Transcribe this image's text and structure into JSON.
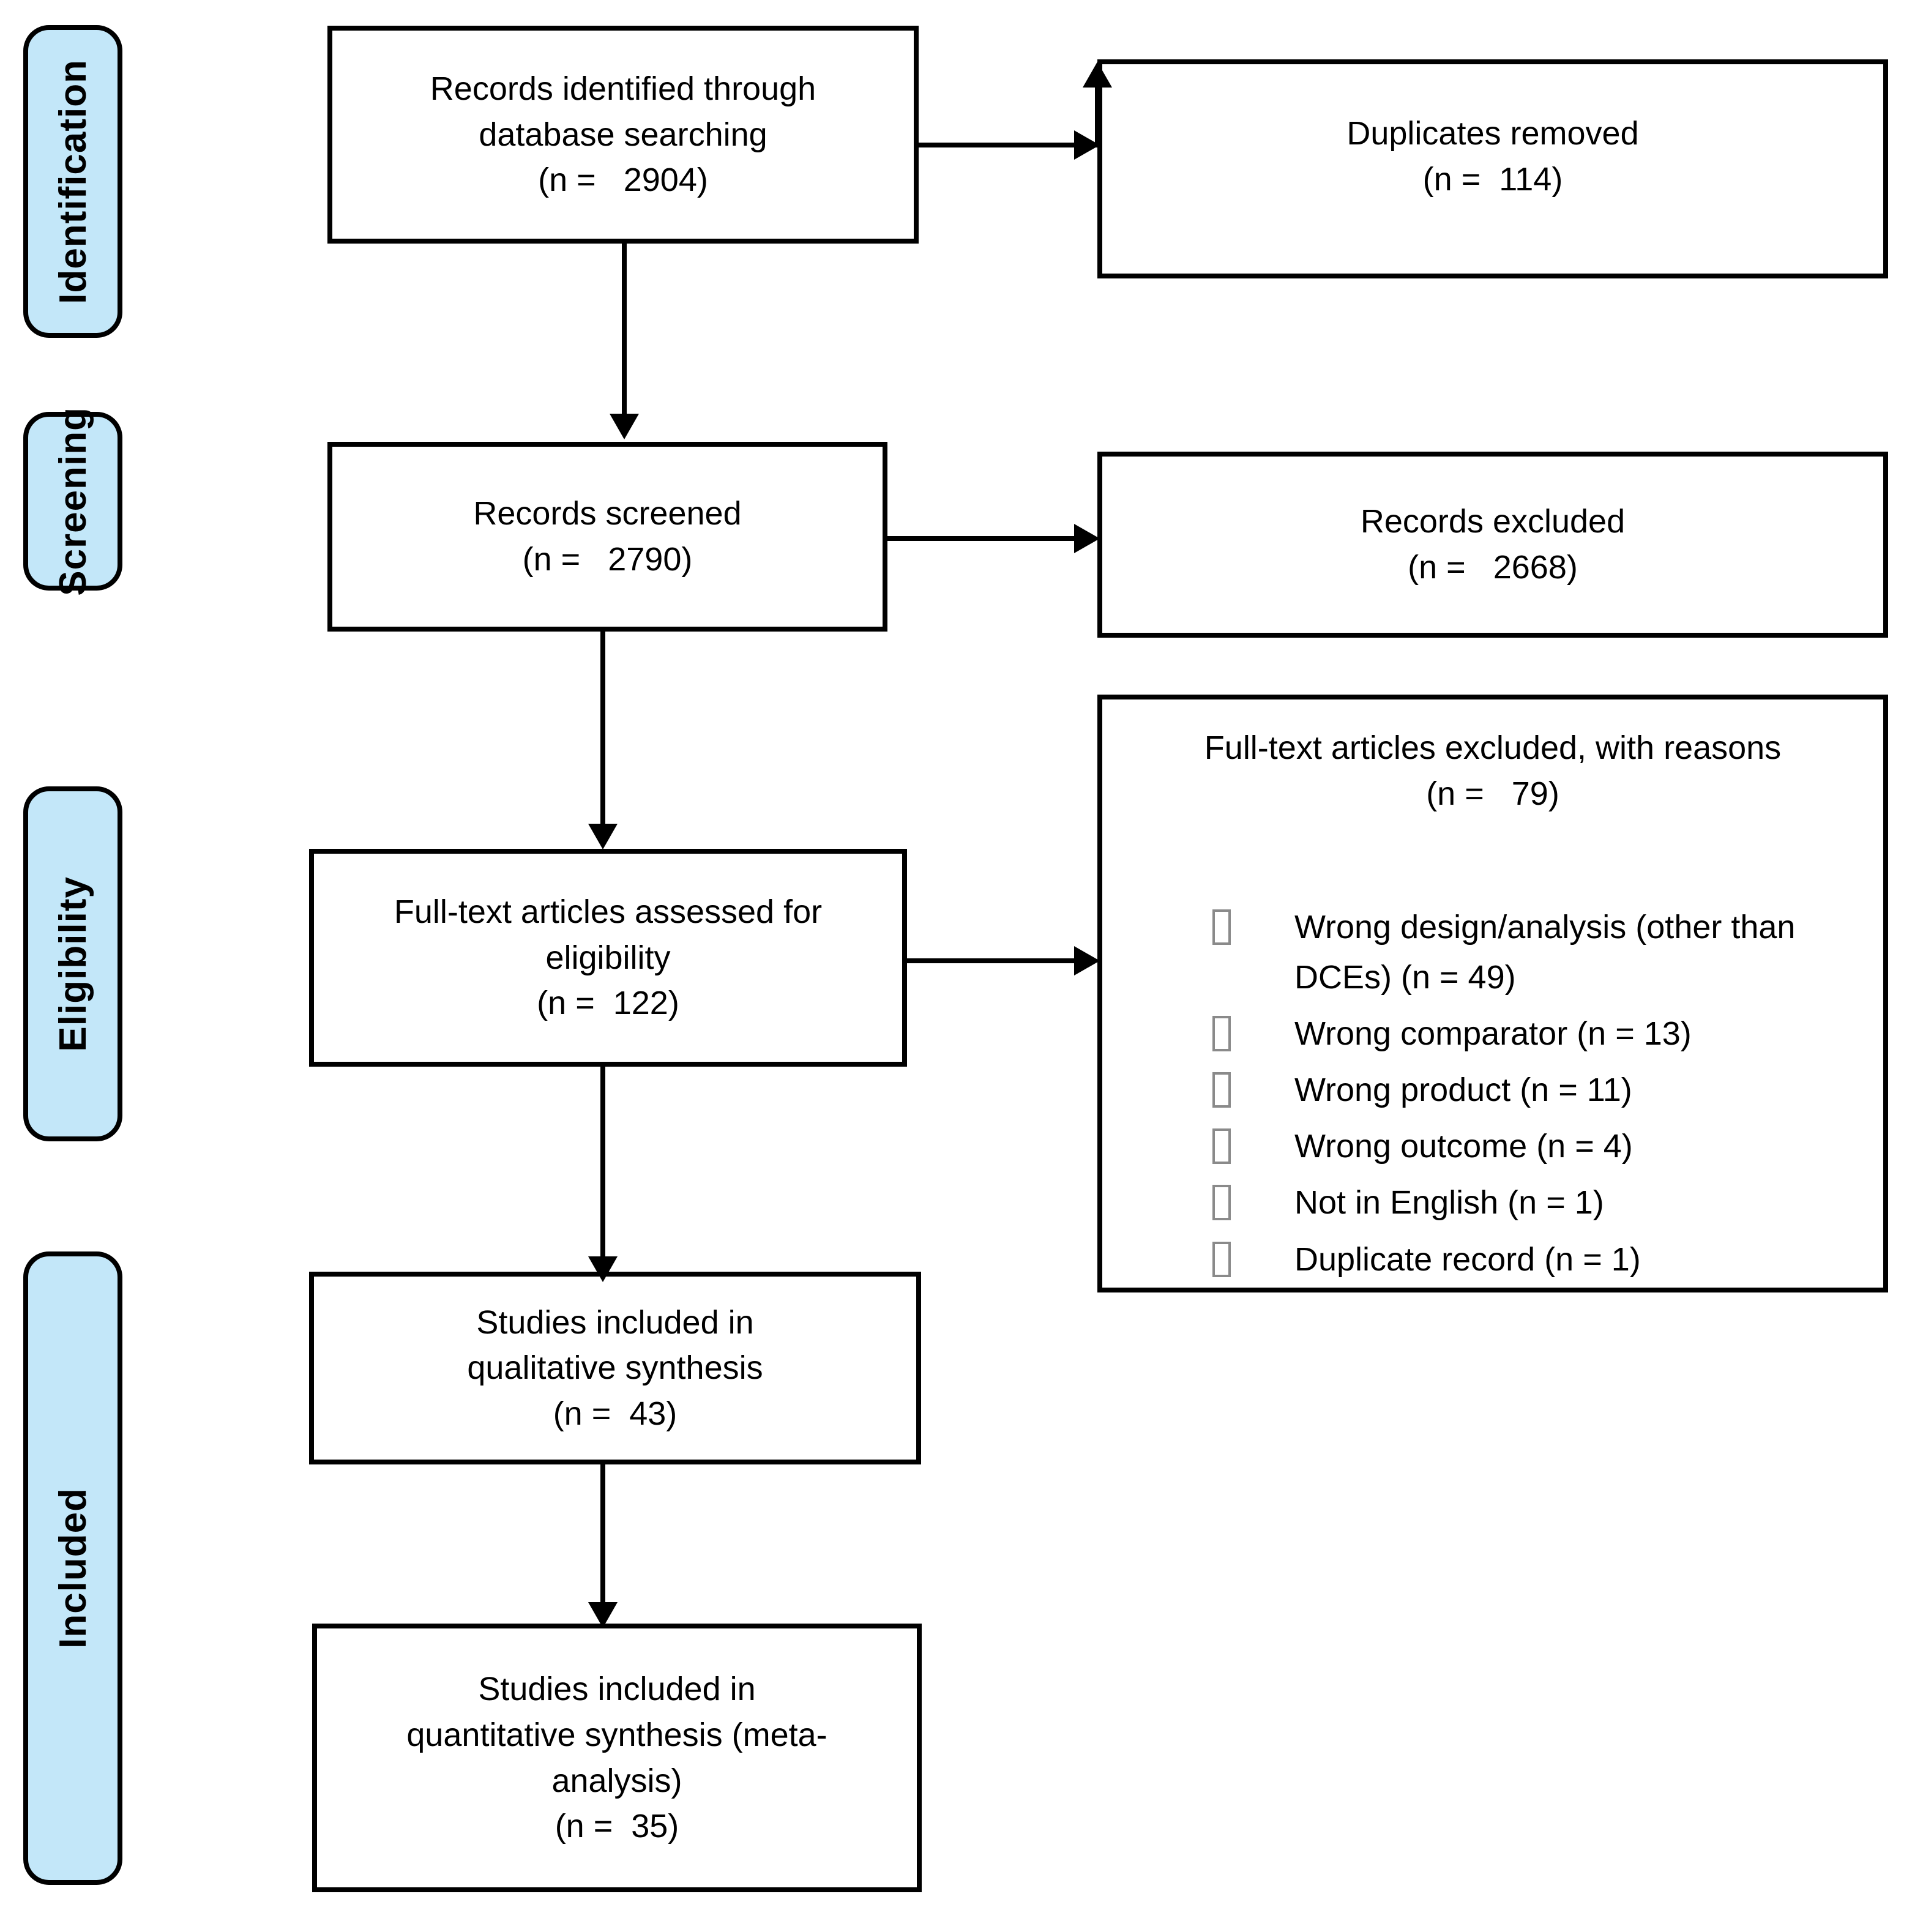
{
  "diagram": {
    "stages": [
      "Identification",
      "Screening",
      "Eligibility",
      "Included"
    ],
    "boxes": {
      "records_identified": {
        "lines": [
          "Records identified through",
          "database searching",
          "(n =   2904)"
        ]
      },
      "duplicates_removed": {
        "lines": [
          "Duplicates removed",
          "(n =  114)"
        ]
      },
      "records_screened": {
        "lines": [
          "Records screened",
          "(n =   2790)"
        ]
      },
      "records_excluded": {
        "lines": [
          "Records excluded",
          "(n =   2668)"
        ]
      },
      "fulltext_assessed": {
        "lines": [
          "Full-text articles assessed for",
          "eligibility",
          "(n =  122)"
        ]
      },
      "fulltext_excluded": {
        "title": "Full-text articles excluded, with reasons",
        "count": "(n =   79)",
        "reasons": [
          "Wrong design/analysis (other than DCEs) (n = 49)",
          "Wrong comparator (n = 13)",
          "Wrong product (n = 11)",
          "Wrong outcome (n = 4)",
          "Not in English (n = 1)",
          "Duplicate record (n = 1)"
        ]
      },
      "qualitative_synthesis": {
        "lines": [
          "Studies included in",
          "qualitative synthesis",
          "(n =  43)"
        ]
      },
      "quantitative_synthesis": {
        "lines": [
          "Studies included in",
          "quantitative synthesis (meta-",
          "analysis)",
          "(n =  35)"
        ]
      }
    },
    "colors": {
      "stage_fill": "#C3E7F9",
      "line": "#000000",
      "background": "#FFFFFF"
    }
  }
}
